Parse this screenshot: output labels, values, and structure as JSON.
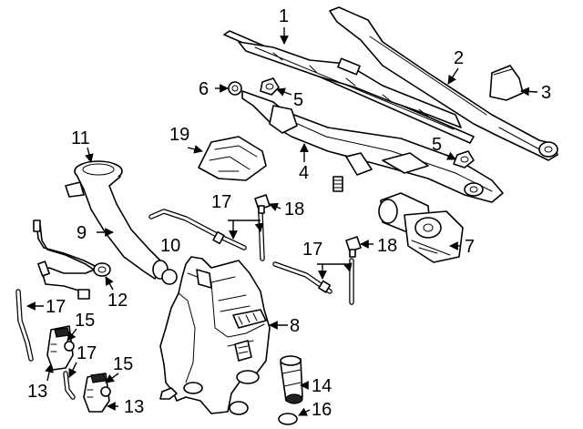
{
  "callouts": {
    "c1": "1",
    "c2": "2",
    "c3": "3",
    "c4": "4",
    "c5a": "5",
    "c5b": "5",
    "c6": "6",
    "c7": "7",
    "c8": "8",
    "c9": "9",
    "c10": "10",
    "c11": "11",
    "c12": "12",
    "c13a": "13",
    "c13b": "13",
    "c14": "14",
    "c15a": "15",
    "c15b": "15",
    "c16": "16",
    "c17a": "17",
    "c17b": "17",
    "c17c": "17",
    "c17d": "17",
    "c18a": "18",
    "c18b": "18",
    "c19": "19"
  },
  "colors": {
    "line": "#000000",
    "background": "#ffffff"
  }
}
